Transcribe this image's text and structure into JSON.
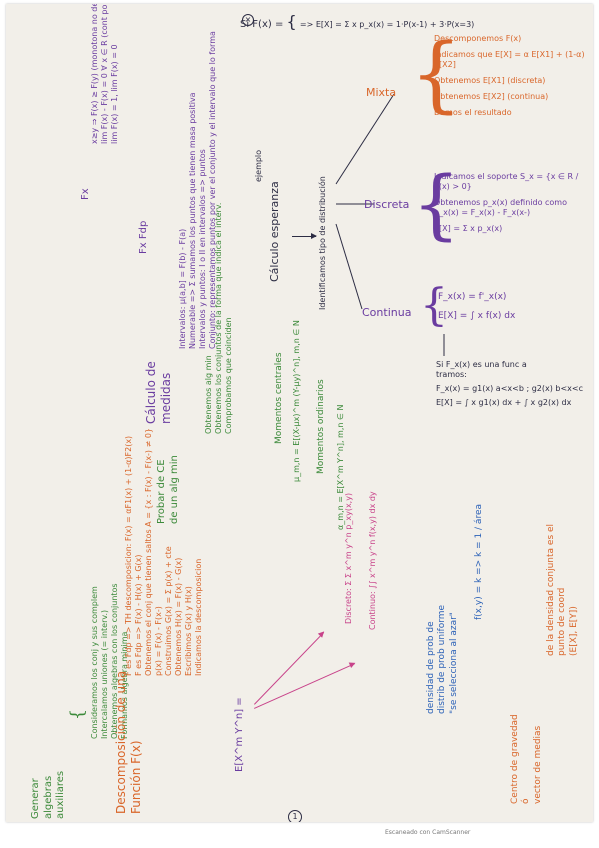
{
  "colors": {
    "paper": "#f2efe9",
    "green": "#3c8a3a",
    "orange": "#d9662a",
    "purple": "#6a3ca0",
    "blue": "#2e63b8",
    "pink": "#c8438a",
    "ink": "#2d2d44"
  },
  "page_number": "1",
  "footer": "Escaneado con CamScanner",
  "generar": {
    "title": [
      "Generar",
      "algebras",
      "auxiliares"
    ],
    "items": [
      "Consideramos los conj y sus complem",
      "Intercalamos uniones (= interv.)",
      "Obtenemos algebras con los conjuntos",
      "Formamos algebra minima"
    ]
  },
  "probar": {
    "title": [
      "Probar de CE",
      "de un alg min"
    ],
    "items": [
      "Obtenemos alg min",
      "Obtenemos los conjuntos de la forma que indica el interv.",
      "Comprobamos que coinciden"
    ]
  },
  "distribucion": {
    "title": [
      "Descomposición de una",
      "Función F(x)"
    ],
    "items": [
      "F es Fdp => TH descomposicion: F(x) = αF1(x) + (1-α)F2(x)",
      "F es Fdp => F(x) - H(x) + G(x)",
      "Obtenemos el conj que tienen saltos A = {x : F(x) - F(x-) ≠ 0}",
      "p(x) = F(x) - F(x-)",
      "Construimos G(x) = Σ p(x) + cte",
      "Obtenemos H(x) = F(x) - G(x)",
      "Escribimos G(x) y H(x)",
      "Indicamos la descomposicion"
    ]
  },
  "fx": {
    "label": "Fx",
    "items": [
      "x≥y ⇒ F(x) ≥ F(y) (monotona no decreciente)",
      "lim F(x) - F(x) = 0 ∀ x ∈ R (cont por la dcha)",
      "lim F(x) = 1, lim F(x) = 0"
    ],
    "fxfdp": "Fx Fdp"
  },
  "medidas": {
    "title": [
      "Cálculo de",
      "medidas"
    ],
    "items": [
      "Intervalos: μ(a,b] = F(b) - F(a)",
      "Numerable => Σ sumamos los puntos que tienen masa positiva",
      "Intervalos y puntos: I o II en intervalos => puntos",
      "Conjunto: representamos puntos por ver el conjunto y el intervalo que lo forma"
    ],
    "ejemplo": "ejemplo"
  },
  "momentos": {
    "centrales": "Momentos centrales",
    "centrales_formula": "μ_m,n = E[(X-μx)^m (Y-μy)^n], m,n ∈ N",
    "ordinarios": "Momentos ordinarios",
    "ordinarios_formula": "α_m,n = E[X^m Y^n], m,n ∈ N"
  },
  "exy": {
    "label": "E[X^m Y^n] =",
    "discreto": "Discreto: Σ Σ x^m y^n p_xy(x,y)",
    "continuo": "Continuo: ∫∫ x^m y^n f(x,y) dx dy"
  },
  "densidad": {
    "title": [
      "densidad de prob de",
      "distrib de prob uniforme",
      "\"se selecciona al azar\""
    ],
    "formula": "f(x,y) = k => k = 1 / área"
  },
  "centro": {
    "title": [
      "Centro de gravedad",
      "ó",
      "vector de medias",
      "ó",
      "vector de medias"
    ],
    "text": [
      "de la densidad conjunta es el",
      "punto de coord",
      "(E[X], E[Y])"
    ]
  },
  "esperanza": {
    "center": "Cálculo esperanza",
    "si_fx": "Si F(x) =",
    "top_formula": "=> E[X] = Σ x p_x(x) = 1·P(x-1) + 3·P(x=3)",
    "identificamos": "Identificamos tipo de distribución",
    "mixta_label": "Mixta",
    "mixta": [
      "Descomponemos F(x)",
      "Indicamos que E[X] = α E[X1] + (1-α) E[X2]",
      "Obtenemos E[X1] (discreta)",
      "Obtenemos E[X2] (continua)",
      "Damos el resultado"
    ],
    "discreta_label": "Discreta",
    "discreta": [
      "Indicamos el soporte S_x = {x ∈ R / P(x) > 0}",
      "Obtenemos p_x(x) definido como p_x(x) = F_x(x) - F_x(x-)",
      "E[X] = Σ x p_x(x)"
    ],
    "continua_label": "Continua",
    "continua": [
      "F_x(x) = f'_x(x)",
      "E[X] = ∫ x f(x) dx"
    ],
    "tramos": [
      "Si F_x(x) es una func a",
      "tramos:",
      "F_x(x) = g1(x) a<x<b ; g2(x) b<x<c",
      "E[X] = ∫ x g1(x) dx + ∫ x g2(x) dx"
    ]
  }
}
